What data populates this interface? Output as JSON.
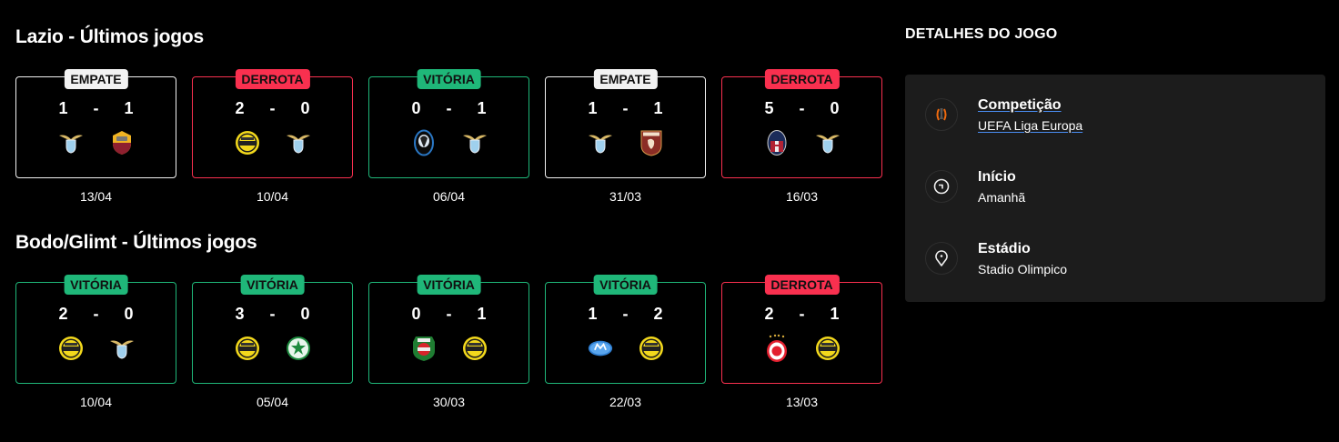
{
  "lazio": {
    "title": "Lazio - Últimos jogos",
    "matches": [
      {
        "result": "EMPATE",
        "type": "draw",
        "home_score": "1",
        "away_score": "1",
        "home": "lazio",
        "away": "roma",
        "date": "13/04"
      },
      {
        "result": "DERROTA",
        "type": "loss",
        "home_score": "2",
        "away_score": "0",
        "home": "bodo-glimt",
        "away": "lazio",
        "date": "10/04"
      },
      {
        "result": "VITÓRIA",
        "type": "win",
        "home_score": "0",
        "away_score": "1",
        "home": "atalanta",
        "away": "lazio",
        "date": "06/04"
      },
      {
        "result": "EMPATE",
        "type": "draw",
        "home_score": "1",
        "away_score": "1",
        "home": "lazio",
        "away": "torino",
        "date": "31/03"
      },
      {
        "result": "DERROTA",
        "type": "loss",
        "home_score": "5",
        "away_score": "0",
        "home": "bologna",
        "away": "lazio",
        "date": "16/03"
      }
    ]
  },
  "bodo": {
    "title": "Bodo/Glimt - Últimos jogos",
    "matches": [
      {
        "result": "VITÓRIA",
        "type": "win",
        "home_score": "2",
        "away_score": "0",
        "home": "bodo-glimt",
        "away": "lazio",
        "date": "10/04"
      },
      {
        "result": "VITÓRIA",
        "type": "win",
        "home_score": "3",
        "away_score": "0",
        "home": "bodo-glimt",
        "away": "hammarby-green",
        "date": "05/04"
      },
      {
        "result": "VITÓRIA",
        "type": "win",
        "home_score": "0",
        "away_score": "1",
        "home": "bryne",
        "away": "bodo-glimt",
        "date": "30/03"
      },
      {
        "result": "VITÓRIA",
        "type": "win",
        "home_score": "1",
        "away_score": "2",
        "home": "molde",
        "away": "bodo-glimt",
        "date": "22/03"
      },
      {
        "result": "DERROTA",
        "type": "loss",
        "home_score": "2",
        "away_score": "1",
        "home": "olympiacos",
        "away": "bodo-glimt",
        "date": "13/03"
      }
    ]
  },
  "details": {
    "title": "DETALHES DO JOGO",
    "competition": {
      "label": "Competição",
      "value": "UEFA Liga Europa",
      "icon": "europa-league-icon"
    },
    "start": {
      "label": "Início",
      "value": "Amanhã",
      "icon": "clock-icon"
    },
    "stadium": {
      "label": "Estádio",
      "value": "Stadio Olimpico",
      "icon": "location-pin-icon"
    }
  },
  "colors": {
    "win": "#1fb779",
    "loss": "#f9304f",
    "draw": "#f2f2f2",
    "panel": "#1c1c1c",
    "link_underline": "#4a8cf0"
  }
}
